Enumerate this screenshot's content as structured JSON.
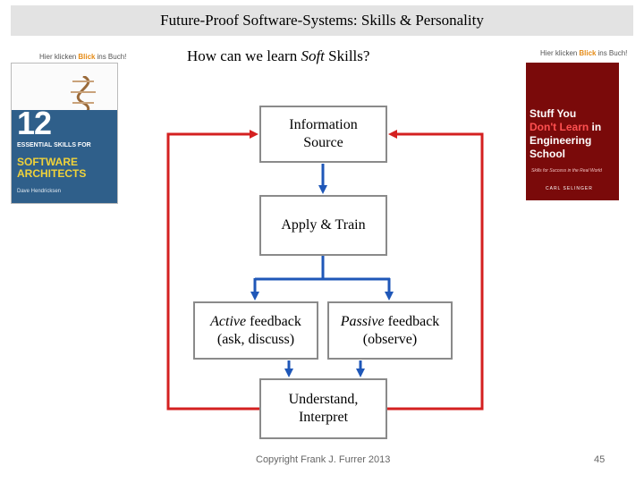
{
  "header": {
    "title": "Future-Proof Software-Systems: Skills & Personality"
  },
  "question": {
    "prefix": "How can we learn ",
    "emphasis": "Soft",
    "suffix": " Skills?"
  },
  "boxes": {
    "info": {
      "line1": "Information",
      "line2": "Source"
    },
    "apply": {
      "label": "Apply & Train"
    },
    "active": {
      "emphasis": "Active",
      "rest": " feedback",
      "line2": "(ask, discuss)"
    },
    "passive": {
      "emphasis": "Passive",
      "rest": " feedback",
      "line2": "(observe)"
    },
    "understand": {
      "line1": "Understand,",
      "line2": "Interpret"
    }
  },
  "books": {
    "left": {
      "badge": {
        "part1": "Hier klicken",
        "part2": "Blick",
        "part3": "ins Buch!"
      },
      "number": "12",
      "subtitle": "ESSENTIAL SKILLS FOR",
      "title": "SOFTWARE ARCHITECTS",
      "author": "Dave Hendricksen"
    },
    "right": {
      "badge": {
        "part1": "Hier klicken",
        "part2": "Blick",
        "part3": "ins Buch!"
      },
      "title_a": "Stuff You",
      "title_b": "Don't Learn",
      "title_c": " in",
      "title_d": "Engineering",
      "title_e": "School",
      "tagline": "Skills for Success in the Real World",
      "author": "CARL SELINGER"
    }
  },
  "footer": {
    "copyright": "Copyright Frank J. Furrer 2013",
    "page": "45"
  },
  "colors": {
    "blue_arrow": "#1f57b8",
    "red_arrow": "#d42020",
    "box_border": "#8a8a8a",
    "title_bg": "#e3e3e3"
  }
}
